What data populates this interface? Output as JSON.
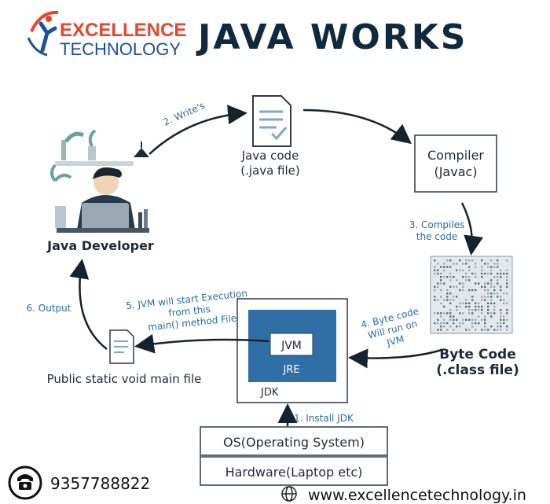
{
  "header": {
    "brand_top": "EXCELLENCE",
    "brand_bottom": "TECHNOLOGY",
    "title": "JAVA WORKS"
  },
  "nodes": {
    "developer": "Java Developer",
    "java_code_line1": "Java code",
    "java_code_line2": "(.java file)",
    "compiler_line1": "Compiler",
    "compiler_line2": "(Javac)",
    "bytecode_line1": "Byte Code",
    "bytecode_line2": "(.class file)",
    "main_file": "Public static void main file",
    "jvm": "JVM",
    "jre": "JRE",
    "jdk": "JDK",
    "os": "OS(Operating System)",
    "hardware": "Hardware(Laptop etc)"
  },
  "steps": {
    "s1": "1. Install JDK",
    "s2": "2. Write's",
    "s3_line1": "3. Compiles",
    "s3_line2": "the code",
    "s4_line1": "4. Byte code",
    "s4_line2": "Will run on",
    "s4_line3": "JVM",
    "s5_line1": "5. JVM will start Execution",
    "s5_line2": "from this",
    "s5_line3": "main() method File",
    "s6": "6. Output"
  },
  "footer": {
    "phone": "9357788822",
    "website": "www.excellencetechnology.in"
  },
  "colors": {
    "title": "#0f2a3f",
    "brand_orange": "#e8452a",
    "brand_blue": "#1c4f9c",
    "jdk_blue": "#2f6fa6",
    "step_blue": "#2b6aa8",
    "arrow": "#16222e"
  },
  "icons": [
    "phone-icon",
    "globe-icon",
    "document-icon",
    "brand-logo-icon"
  ]
}
